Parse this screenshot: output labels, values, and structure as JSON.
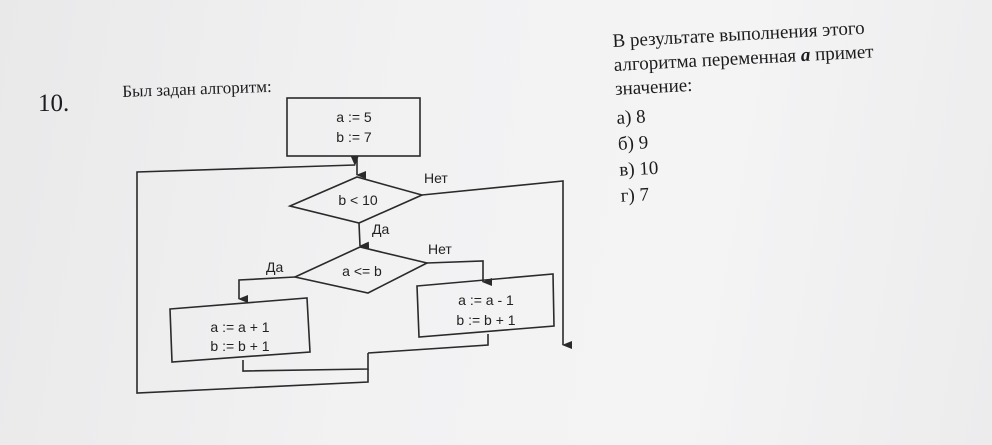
{
  "task_number": "10.",
  "intro": "Был задан алгоритм:",
  "flowchart": {
    "init": [
      "a := 5",
      "b := 7"
    ],
    "cond1": "b < 10",
    "cond1_yes": "Да",
    "cond1_no": "Нет",
    "cond2": "a <= b",
    "cond2_yes": "Да",
    "cond2_no": "Нет",
    "yes_block": [
      "a := a + 1",
      "b := b + 1"
    ],
    "no_block": [
      "a := a - 1",
      "b := b + 1"
    ]
  },
  "question": {
    "lines": [
      "В результате выполнения этого",
      "алгоритма переменная",
      "примет",
      "значение:"
    ],
    "variable": "a",
    "options": [
      "а) 8",
      "б) 9",
      "в) 10",
      "г) 7"
    ]
  }
}
